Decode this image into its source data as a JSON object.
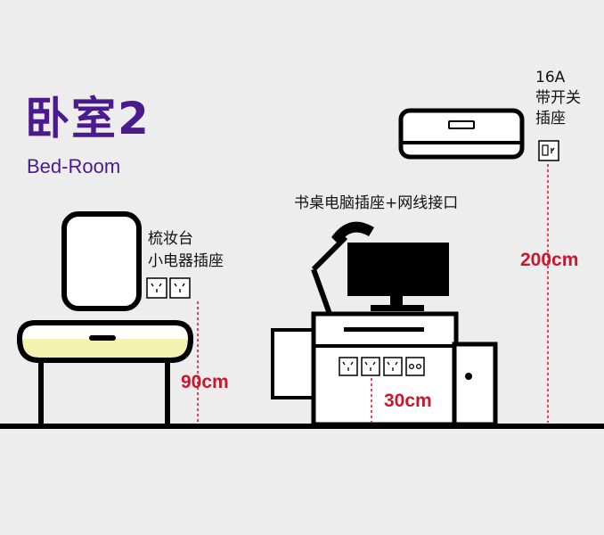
{
  "title": {
    "chinese": "卧室2",
    "english": "Bed-Room"
  },
  "labels": {
    "vanity_line1": "梳妆台",
    "vanity_line2": "小电器插座",
    "desk": "书桌电脑插座+网线接口",
    "ac_line1": "16A",
    "ac_line2": "带开关",
    "ac_line3": "插座"
  },
  "dimensions": {
    "vanity_height": "90cm",
    "desk_height": "30cm",
    "ac_height": "200cm"
  },
  "colors": {
    "background": "#ededed",
    "title": "#4b1a8c",
    "dimension": "#c8182e",
    "vanity_cushion": "#f3f2b0",
    "line": "#000000"
  },
  "icons": [
    "mirror-icon",
    "vanity-stool-icon",
    "desk-lamp-icon",
    "monitor-icon",
    "desk-icon",
    "cabinet-icon",
    "air-conditioner-icon",
    "socket-icon",
    "network-port-icon"
  ]
}
